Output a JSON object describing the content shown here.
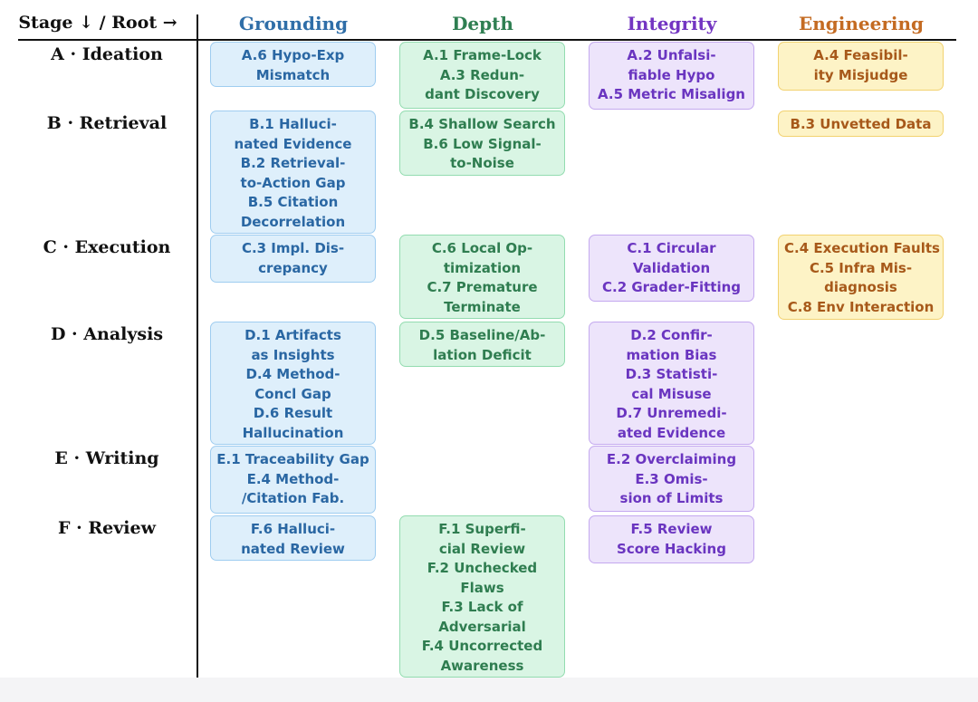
{
  "header": {
    "corner": "Stage ↓ / Root →",
    "columns": [
      {
        "label": "Grounding",
        "color": "#2f6ea8"
      },
      {
        "label": "Depth",
        "color": "#2f7f52"
      },
      {
        "label": "Integrity",
        "color": "#7335c2"
      },
      {
        "label": "Engineering",
        "color": "#c46b22"
      }
    ]
  },
  "rows": [
    {
      "label": "A · Ideation"
    },
    {
      "label": "B · Retrieval"
    },
    {
      "label": "C · Execution"
    },
    {
      "label": "D · Analysis"
    },
    {
      "label": "E · Writing"
    },
    {
      "label": "F · Review"
    }
  ],
  "cells": {
    "A": {
      "grounding": [
        "A.6 Hypo-Exp",
        "Mismatch"
      ],
      "depth": [
        "A.1 Frame-Lock",
        "A.3 Redun-",
        "dant Discovery"
      ],
      "integrity": [
        "A.2 Unfalsi-",
        "fiable Hypo",
        "A.5 Metric Misalign"
      ],
      "engineering": [
        "A.4 Feasibil-",
        "ity Misjudge"
      ]
    },
    "B": {
      "grounding": [
        "B.1 Halluci-",
        "nated Evidence",
        "B.2 Retrieval-",
        "to-Action Gap",
        "B.5 Citation",
        "Decorrelation"
      ],
      "depth": [
        "B.4 Shallow Search",
        "B.6 Low Signal-",
        "to-Noise"
      ],
      "engineering": [
        "B.3 Unvetted Data"
      ]
    },
    "C": {
      "grounding": [
        "C.3 Impl. Dis-",
        "crepancy"
      ],
      "depth": [
        "C.6 Local Op-",
        "timization",
        "C.7 Premature",
        "Terminate"
      ],
      "integrity": [
        "C.1 Circular",
        "Validation",
        "C.2 Grader-Fitting"
      ],
      "engineering": [
        "C.4 Execution Faults",
        "C.5 Infra Mis-",
        "diagnosis",
        "C.8 Env Interaction"
      ]
    },
    "D": {
      "grounding": [
        "D.1 Artifacts",
        "as Insights",
        "D.4 Method-",
        "Concl Gap",
        "D.6 Result",
        "Hallucination"
      ],
      "depth": [
        "D.5 Baseline/Ab-",
        "lation Deficit"
      ],
      "integrity": [
        "D.2 Confir-",
        "mation Bias",
        "D.3 Statisti-",
        "cal Misuse",
        "D.7 Unremedi-",
        "ated Evidence"
      ]
    },
    "E": {
      "grounding": [
        "E.1 Traceability Gap",
        "E.4 Method-",
        "/Citation Fab."
      ],
      "integrity": [
        "E.2 Overclaiming",
        "E.3 Omis-",
        "sion of Limits"
      ]
    },
    "F": {
      "grounding": [
        "F.6 Halluci-",
        "nated Review"
      ],
      "depth": [
        "F.1 Superfi-",
        "cial Review",
        "F.2 Unchecked",
        "Flaws",
        "F.3 Lack of",
        "Adversarial",
        "F.4 Uncorrected",
        "Awareness"
      ],
      "integrity": [
        "F.5 Review",
        "Score Hacking"
      ]
    }
  }
}
